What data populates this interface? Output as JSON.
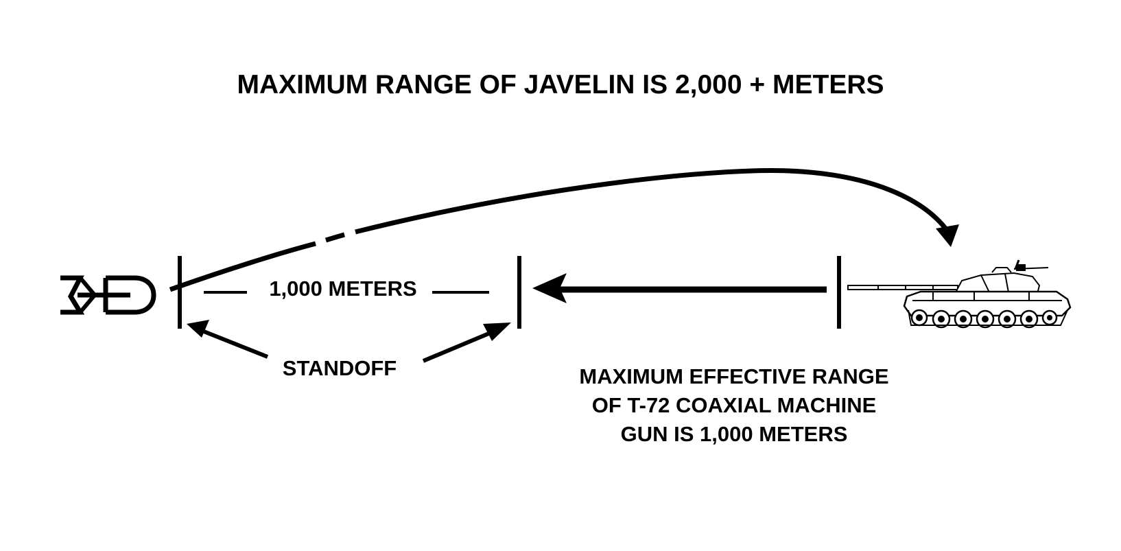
{
  "diagram": {
    "title": "MAXIMUM RANGE OF JAVELIN IS 2,000 + METERS",
    "distance_label": "1,000 METERS",
    "standoff_label": "STANDOFF",
    "coax_note": {
      "lines": [
        "MAXIMUM EFFECTIVE RANGE",
        "OF T-72 COAXIAL MACHINE",
        "GUN IS 1,000 METERS"
      ]
    },
    "icons": {
      "gunner": "javelin-gunner-symbol-icon",
      "target": "t72-tank-icon"
    },
    "colors": {
      "ink": "#000000",
      "background": "#ffffff"
    }
  }
}
